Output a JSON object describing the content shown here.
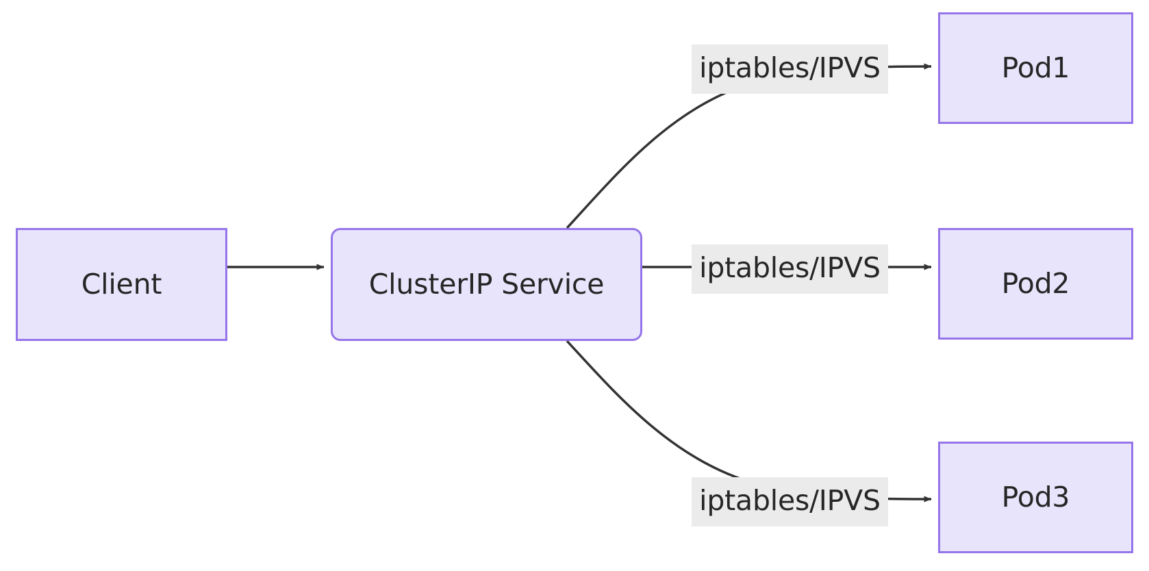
{
  "diagram": {
    "type": "flowchart",
    "direction": "left-to-right",
    "title": "",
    "background_color": "#ffffff",
    "node_fill_color": "#e8e4fb",
    "node_border_color": "#9575ea",
    "node_text_color": "#262626",
    "edge_color": "#333333",
    "edge_label_background": "#ebebeb"
  },
  "nodes": {
    "client": {
      "label": "Client",
      "shape": "rect"
    },
    "service": {
      "label": "ClusterIP Service",
      "shape": "rounded-rect"
    },
    "pod1": {
      "label": "Pod1",
      "shape": "rect"
    },
    "pod2": {
      "label": "Pod2",
      "shape": "rect"
    },
    "pod3": {
      "label": "Pod3",
      "shape": "rect"
    }
  },
  "edges": [
    {
      "from": "client",
      "to": "service",
      "label": ""
    },
    {
      "from": "service",
      "to": "pod1",
      "label": "iptables/IPVS"
    },
    {
      "from": "service",
      "to": "pod2",
      "label": "iptables/IPVS"
    },
    {
      "from": "service",
      "to": "pod3",
      "label": "iptables/IPVS"
    }
  ],
  "edge_labels": {
    "pod1": "iptables/IPVS",
    "pod2": "iptables/IPVS",
    "pod3": "iptables/IPVS"
  }
}
